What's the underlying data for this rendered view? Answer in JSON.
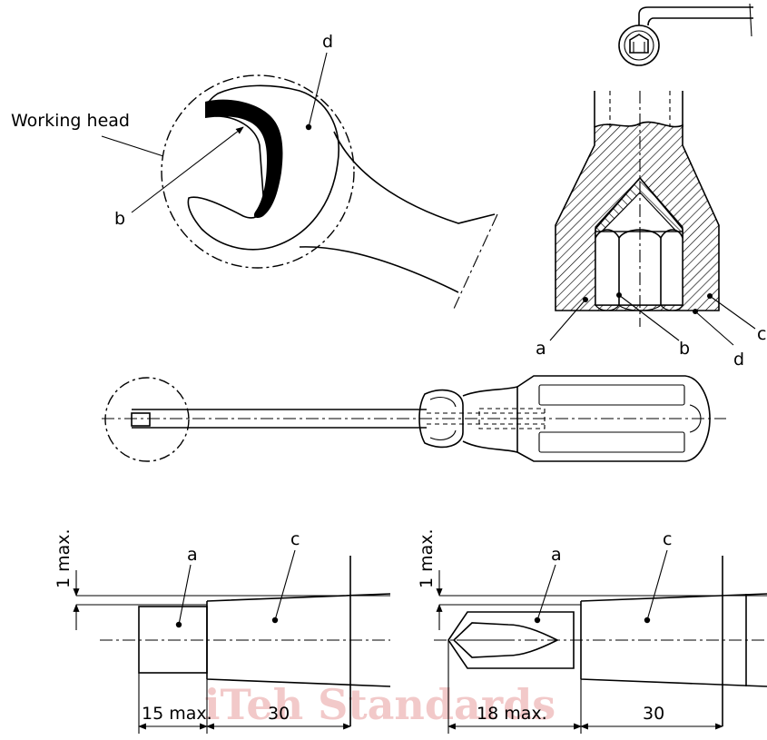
{
  "watermark": "iTeh Standards",
  "wrench": {
    "working_head_label": "Working head",
    "label_b": "b",
    "label_d": "d"
  },
  "socket": {
    "label_a": "a",
    "label_b": "b",
    "label_c": "c",
    "label_d": "d"
  },
  "screwdriver_flat": {
    "label_a": "a",
    "label_c": "c",
    "dim_1max": "1 max.",
    "dim_15max": "15 max.",
    "dim_30": "30"
  },
  "screwdriver_cross": {
    "label_a": "a",
    "label_c": "c",
    "dim_1max": "1 max.",
    "dim_18max": "18 max.",
    "dim_30": "30"
  }
}
